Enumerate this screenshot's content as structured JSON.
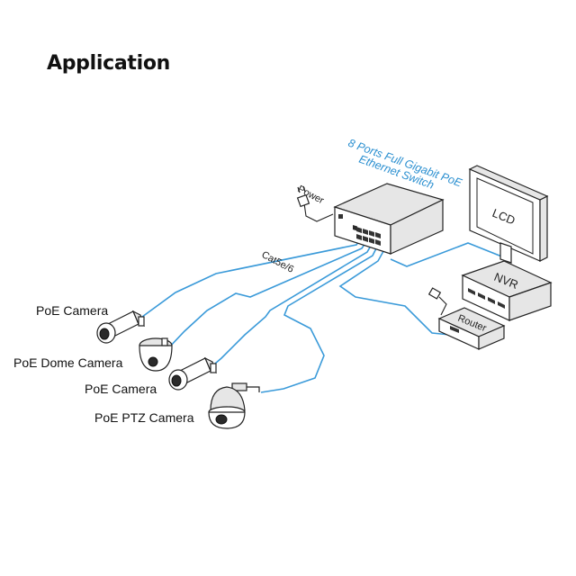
{
  "title": "Application",
  "diagram": {
    "switch_label_line1": "8 Ports Full Gigabit PoE",
    "switch_label_line2": "Ethernet Switch",
    "power_label": "Power",
    "cable_label": "Cat5e/6",
    "lcd_label": "LCD",
    "nvr_label": "NVR",
    "router_label": "Router",
    "devices": [
      {
        "label": "PoE Camera"
      },
      {
        "label": "PoE Dome Camera"
      },
      {
        "label": "PoE Camera"
      },
      {
        "label": "PoE PTZ Camera"
      }
    ],
    "colors": {
      "cable": "#3a9ad9",
      "switch_label": "#2a8fd0",
      "outline": "#222222"
    }
  }
}
